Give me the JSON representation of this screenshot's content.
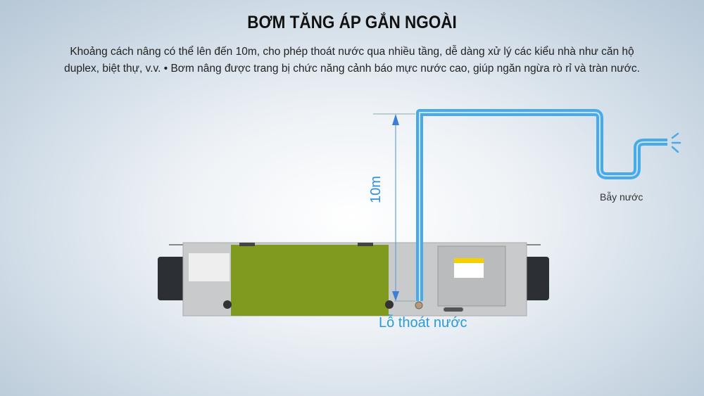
{
  "heading": "BƠM TĂNG ÁP GẮN NGOÀI",
  "description_line1": "Khoảng cách nâng có thể lên đến 10m, cho phép thoát nước qua nhiều tầng, dễ dàng xử lý các kiểu nhà như căn hộ",
  "description_line2": "duplex, biệt thự, v.v. • Bơm nâng được trang bị chức năng cảnh báo mực nước cao, giúp ngăn ngừa rò rỉ và tràn nước.",
  "labels": {
    "height": "10m",
    "drain_hole": "Lỗ thoát nước",
    "water_trap": "Bẫy nước"
  },
  "colors": {
    "pipe": "#4aaae8",
    "panel": "#7f9a1e",
    "accent": "#2f8fe0"
  }
}
